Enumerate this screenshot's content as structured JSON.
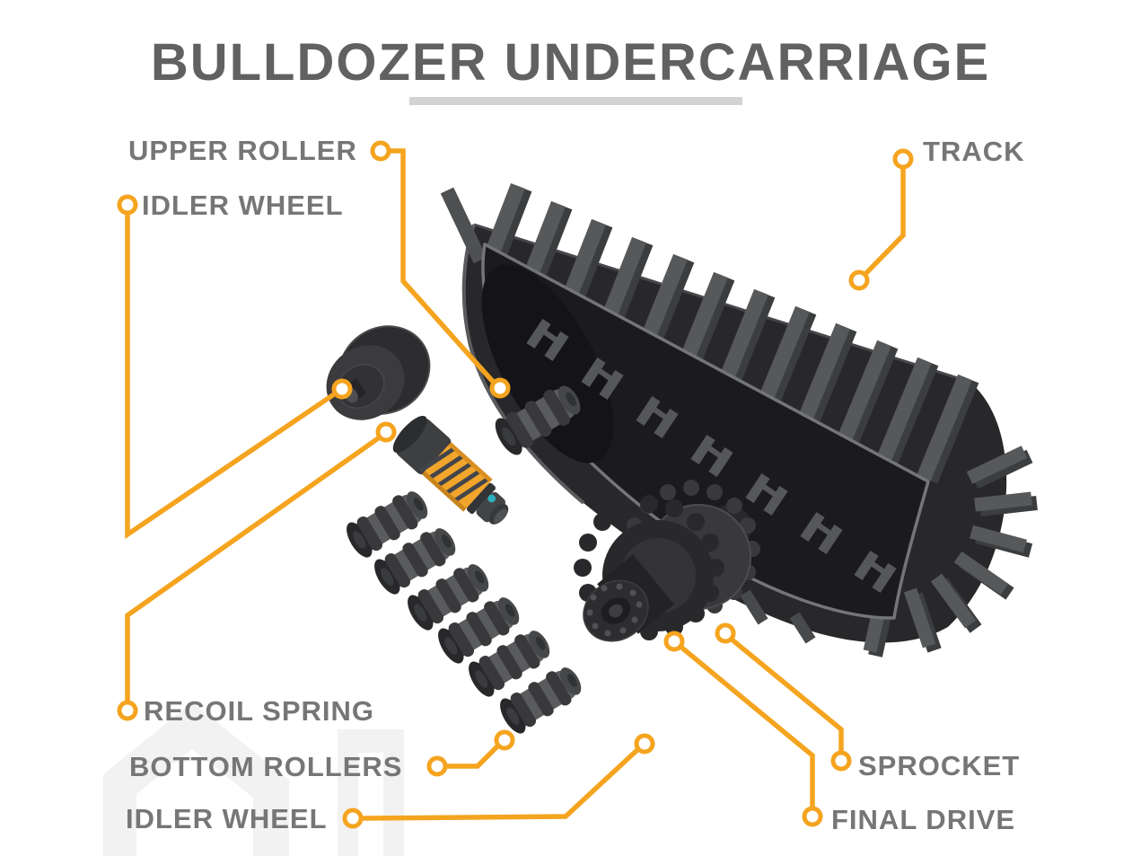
{
  "title": {
    "text": "BULLDOZER UNDERCARRIAGE"
  },
  "labels": {
    "upper_roller": "UPPER ROLLER",
    "idler_wheel_top": "IDLER WHEEL",
    "track": "TRACK",
    "recoil_spring": "RECOIL SPRING",
    "bottom_rollers": "BOTTOM ROLLERS",
    "idler_wheel_bottom": "IDLER WHEEL",
    "sprocket": "SPROCKET",
    "final_drive": "FINAL DRIVE"
  },
  "illustration": {
    "parts": [
      "track",
      "idler-wheel",
      "upper-roller",
      "recoil-spring",
      "bottom-rollers",
      "sprocket",
      "final-drive"
    ],
    "bottom_roller_count": 6
  },
  "colors": {
    "accent_orange": "#F5A41F",
    "spring_orange": "#F2A52B",
    "teal_dot": "#2AB0BE",
    "title_text": "#616161",
    "label_text": "#767676",
    "underline": "#D3D3D3",
    "track_body": "#28282A",
    "track_inner": "#1B1B1D",
    "tread_light": "#56585A",
    "watermark": "#F2F2F2",
    "background": "#FFFFFF"
  }
}
